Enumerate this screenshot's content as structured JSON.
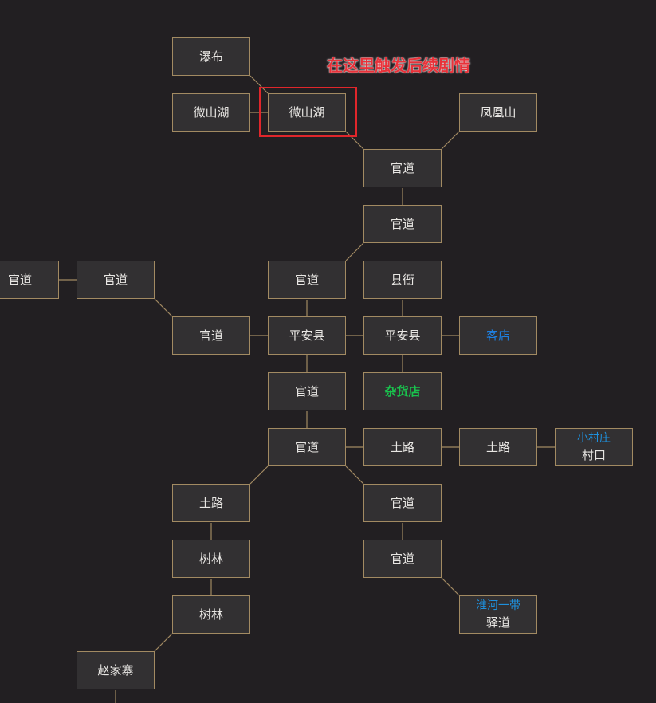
{
  "annotation": {
    "text": "在这里触发后续剧情",
    "color": "#e8323a"
  },
  "colors": {
    "background": "#221f22",
    "node_fill": "#323032",
    "node_border": "#a28a62",
    "link": "#a28a62",
    "highlight": "#e0262b",
    "region_label": "#1e90dd"
  },
  "nodes": [
    {
      "id": "waterfall",
      "label": "瀑布"
    },
    {
      "id": "weishan-lake-west",
      "label": "微山湖"
    },
    {
      "id": "weishan-lake",
      "label": "微山湖"
    },
    {
      "id": "fenghuang-mountain",
      "label": "凤凰山"
    },
    {
      "id": "guandao-1",
      "label": "官道"
    },
    {
      "id": "guandao-2",
      "label": "官道"
    },
    {
      "id": "guandao-far-west",
      "label": "官道"
    },
    {
      "id": "guandao-west",
      "label": "官道"
    },
    {
      "id": "guandao-3",
      "label": "官道"
    },
    {
      "id": "county-yamen",
      "label": "县衙"
    },
    {
      "id": "guandao-4",
      "label": "官道"
    },
    {
      "id": "pingan-county-west",
      "label": "平安县"
    },
    {
      "id": "pingan-county-east",
      "label": "平安县"
    },
    {
      "id": "inn",
      "label": "客店"
    },
    {
      "id": "guandao-5",
      "label": "官道"
    },
    {
      "id": "general-store",
      "label": "杂货店"
    },
    {
      "id": "guandao-6",
      "label": "官道"
    },
    {
      "id": "dirt-road-1",
      "label": "土路"
    },
    {
      "id": "dirt-road-2",
      "label": "土路"
    },
    {
      "id": "village-entrance",
      "label": "村口",
      "region": "小村庄"
    },
    {
      "id": "dirt-road-3",
      "label": "土路"
    },
    {
      "id": "guandao-7",
      "label": "官道"
    },
    {
      "id": "woods-1",
      "label": "树林"
    },
    {
      "id": "guandao-8",
      "label": "官道"
    },
    {
      "id": "woods-2",
      "label": "树林"
    },
    {
      "id": "post-road",
      "label": "驿道",
      "region": "淮河一带"
    },
    {
      "id": "zhao-stockade",
      "label": "赵家寨"
    }
  ]
}
